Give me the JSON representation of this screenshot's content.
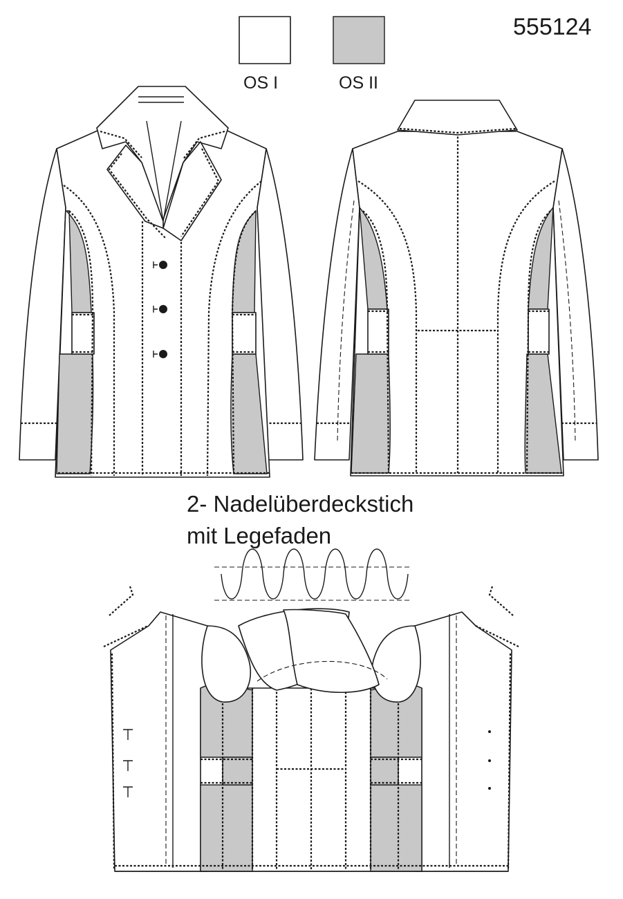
{
  "model_number": "555124",
  "legend": [
    {
      "label": "OS I",
      "color": "#ffffff"
    },
    {
      "label": "OS II",
      "color": "#c8c8c8"
    }
  ],
  "stitch_caption": {
    "line1": "2- Nadelüberdeckstich",
    "line2": "mit Legefaden"
  },
  "colors": {
    "outline": "#1a1a1a",
    "fill_os1": "#ffffff",
    "fill_os2": "#c8c8c8"
  }
}
